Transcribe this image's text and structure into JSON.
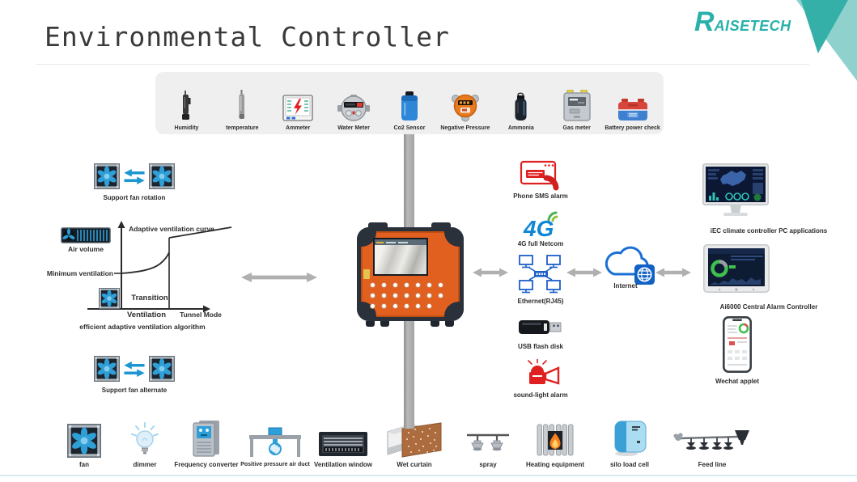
{
  "header": {
    "title": "Environmental Controller",
    "logo_initial": "R",
    "logo_rest": "AISETECH"
  },
  "sensors": {
    "items": [
      {
        "label": "Humidity",
        "icon": "humidity-sensor-icon"
      },
      {
        "label": "temperature",
        "icon": "temperature-sensor-icon"
      },
      {
        "label": "Ammeter",
        "icon": "ammeter-icon"
      },
      {
        "label": "Water Meter",
        "icon": "water-meter-icon"
      },
      {
        "label": "Co2 Sensor",
        "icon": "co2-sensor-icon"
      },
      {
        "label": "Negative Pressure",
        "icon": "negative-pressure-sensor-icon"
      },
      {
        "label": "Ammonia",
        "icon": "ammonia-sensor-icon"
      },
      {
        "label": "Gas meter",
        "icon": "gas-meter-icon"
      },
      {
        "label": "Battery power check",
        "icon": "battery-icon"
      }
    ]
  },
  "left": {
    "fan_rotation_label": "Support fan rotation",
    "fan_alternate_label": "Support fan alternate",
    "chart": {
      "title": "Adaptive ventilation curve",
      "air_volume_label": "Air volume",
      "minimum_ventilation_label": "Minimum ventilation",
      "transition_line1": "Transition",
      "transition_line2": "Ventilation",
      "tunnel_mode_label": "Tunnel Mode",
      "caption": "efficient adaptive ventilation algorithm"
    }
  },
  "connectivity": {
    "sms_label": "Phone SMS alarm",
    "netcom_text": "4G",
    "netcom_label": "4G full Netcom",
    "ethernet_label": "Ethernet(RJ45)",
    "usb_label": "USB flash disk",
    "alarm_label": "sound-light alarm",
    "internet_label": "Internet"
  },
  "right": {
    "pc_label": "iEC climate controller PC applications",
    "tablet_label": "Ai6000 Central Alarm Controller",
    "phone_label": "Wechat applet"
  },
  "outputs": {
    "items": [
      {
        "label": "fan"
      },
      {
        "label": "dimmer"
      },
      {
        "label": "Frequency converter"
      },
      {
        "label": "Positive pressure air duct"
      },
      {
        "label": "Ventilation window"
      },
      {
        "label": "Wet curtain"
      },
      {
        "label": "spray"
      },
      {
        "label": "Heating equipment"
      },
      {
        "label": "silo load cell"
      },
      {
        "label": "Feed line"
      }
    ]
  },
  "colors": {
    "brand_teal": "#29b0aa",
    "brand_teal_light": "#8fd2cd",
    "device_orange": "#e2601f",
    "alert_red": "#e02020",
    "link_blue": "#1b5fc9",
    "arrow_gray": "#b0b0b0"
  }
}
